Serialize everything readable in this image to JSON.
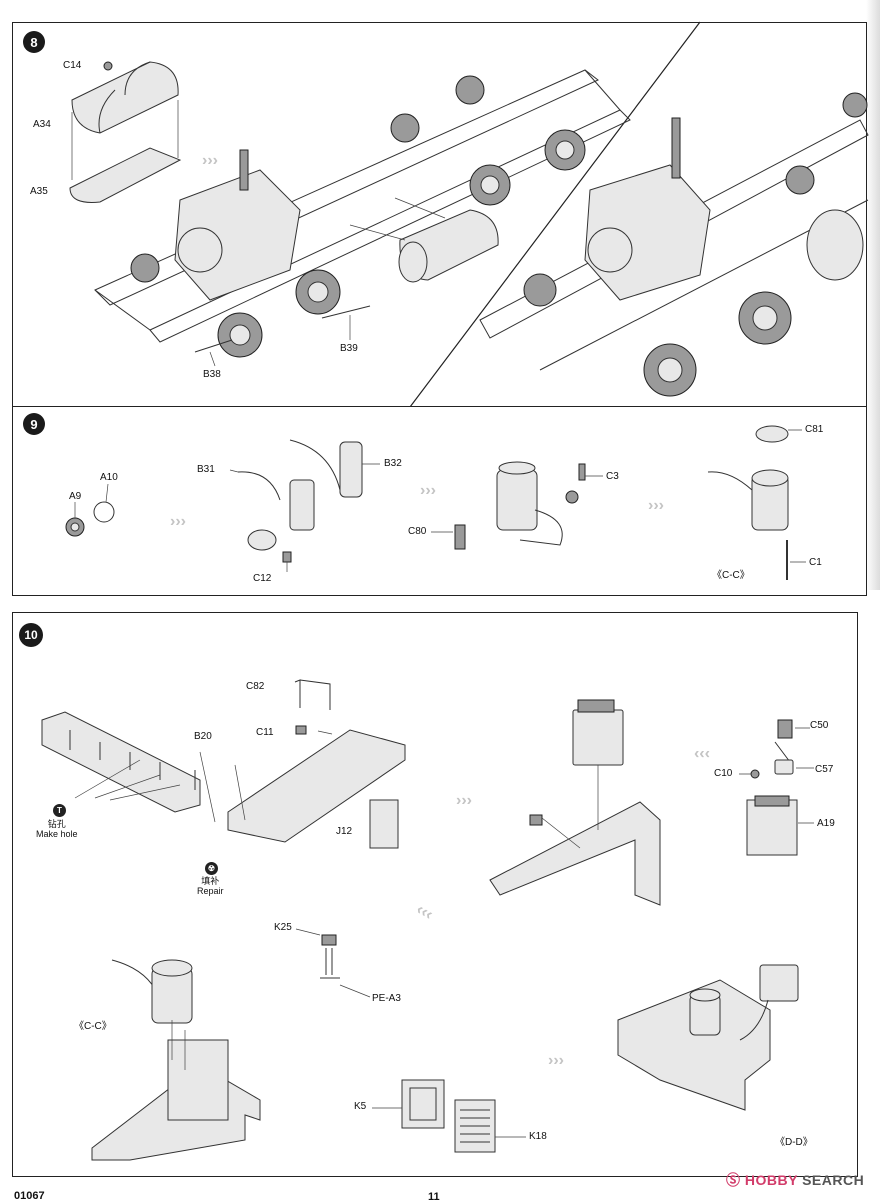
{
  "steps": {
    "s8": "8",
    "s9": "9",
    "s10": "10"
  },
  "step8": {
    "parts": [
      "C14",
      "A34",
      "A35",
      "B39",
      "B38"
    ]
  },
  "step9": {
    "parts": [
      "A10",
      "A9",
      "B31",
      "B32",
      "C12",
      "C3",
      "C80",
      "C81",
      "C1"
    ],
    "view": "《C-C》"
  },
  "step10": {
    "parts": [
      "C82",
      "B20",
      "C11",
      "J12",
      "C50",
      "C10",
      "C57",
      "A19",
      "K25",
      "PE-A3",
      "K5",
      "K18"
    ],
    "view_cc": "《C-C》",
    "view_dd": "《D-D》",
    "make_hole": {
      "icon": "T",
      "cn": "钻孔",
      "en": "Make hole"
    },
    "repair": {
      "icon": "☢",
      "cn": "填补",
      "en": "Repair"
    }
  },
  "footer": {
    "left": "01067",
    "page": "11"
  },
  "watermark": {
    "brand": "HOBBY",
    "search": "SEARCH",
    "mark": "Ⓢ"
  }
}
